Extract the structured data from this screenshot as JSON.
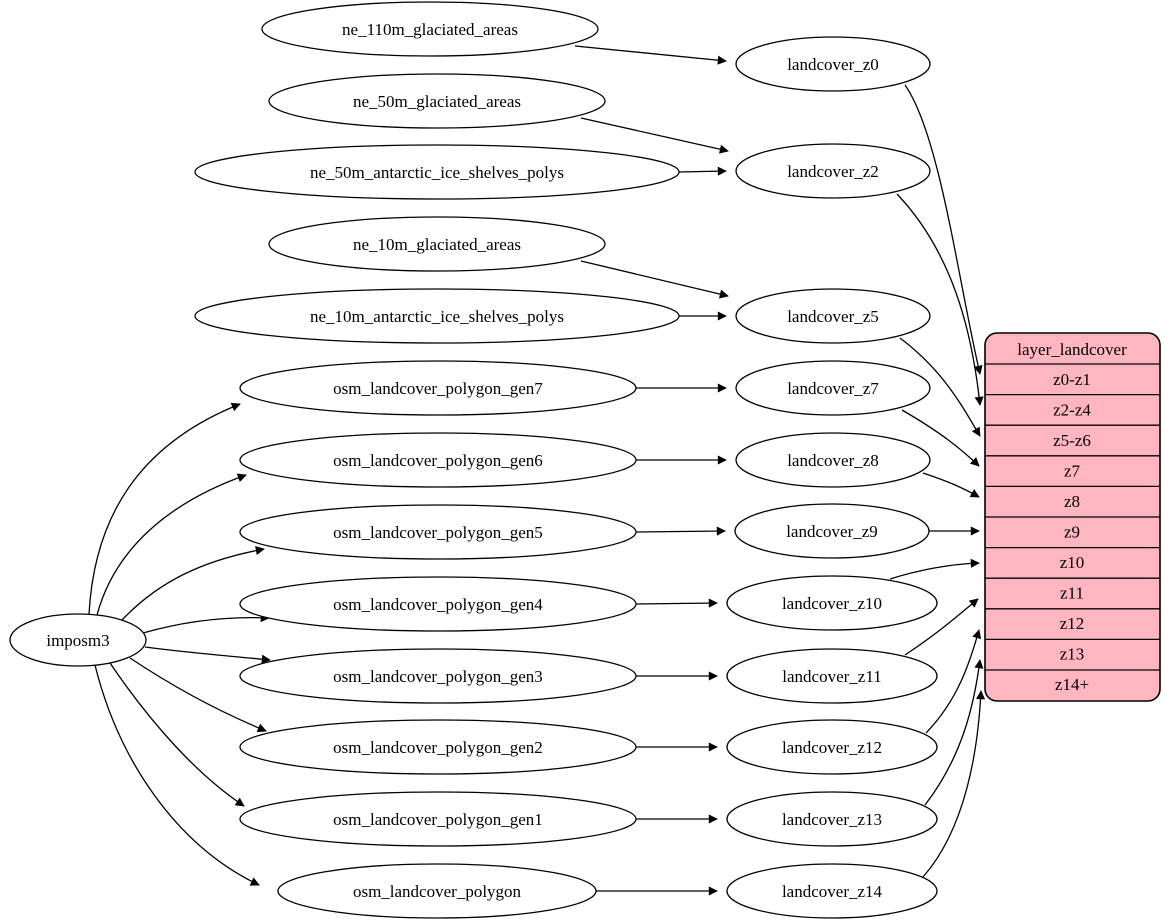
{
  "colors": {
    "background": "#ffffff",
    "node_fill": "#ffffff",
    "node_stroke": "#000000",
    "edge": "#000000",
    "table_fill": "#ffb6c1",
    "text": "#000000"
  },
  "labels": {
    "imposm3": "imposm3",
    "ne_110m_glaciated_areas": "ne_110m_glaciated_areas",
    "ne_50m_glaciated_areas": "ne_50m_glaciated_areas",
    "ne_50m_antarctic_ice_shelves_polys": "ne_50m_antarctic_ice_shelves_polys",
    "ne_10m_glaciated_areas": "ne_10m_glaciated_areas",
    "ne_10m_antarctic_ice_shelves_polys": "ne_10m_antarctic_ice_shelves_polys",
    "osm_landcover_polygon_gen7": "osm_landcover_polygon_gen7",
    "osm_landcover_polygon_gen6": "osm_landcover_polygon_gen6",
    "osm_landcover_polygon_gen5": "osm_landcover_polygon_gen5",
    "osm_landcover_polygon_gen4": "osm_landcover_polygon_gen4",
    "osm_landcover_polygon_gen3": "osm_landcover_polygon_gen3",
    "osm_landcover_polygon_gen2": "osm_landcover_polygon_gen2",
    "osm_landcover_polygon_gen1": "osm_landcover_polygon_gen1",
    "osm_landcover_polygon": "osm_landcover_polygon",
    "landcover_z0": "landcover_z0",
    "landcover_z2": "landcover_z2",
    "landcover_z5": "landcover_z5",
    "landcover_z7": "landcover_z7",
    "landcover_z8": "landcover_z8",
    "landcover_z9": "landcover_z9",
    "landcover_z10": "landcover_z10",
    "landcover_z11": "landcover_z11",
    "landcover_z12": "landcover_z12",
    "landcover_z13": "landcover_z13",
    "landcover_z14": "landcover_z14"
  },
  "table": {
    "title": "layer_landcover",
    "rows": [
      "z0-z1",
      "z2-z4",
      "z5-z6",
      "z7",
      "z8",
      "z9",
      "z10",
      "z11",
      "z12",
      "z13",
      "z14+"
    ]
  },
  "edges": [
    {
      "from": "ne_110m_glaciated_areas",
      "to": "landcover_z0"
    },
    {
      "from": "ne_50m_glaciated_areas",
      "to": "landcover_z2"
    },
    {
      "from": "ne_50m_antarctic_ice_shelves_polys",
      "to": "landcover_z2"
    },
    {
      "from": "ne_10m_glaciated_areas",
      "to": "landcover_z5"
    },
    {
      "from": "ne_10m_antarctic_ice_shelves_polys",
      "to": "landcover_z5"
    },
    {
      "from": "osm_landcover_polygon_gen7",
      "to": "landcover_z7"
    },
    {
      "from": "osm_landcover_polygon_gen6",
      "to": "landcover_z8"
    },
    {
      "from": "osm_landcover_polygon_gen5",
      "to": "landcover_z9"
    },
    {
      "from": "osm_landcover_polygon_gen4",
      "to": "landcover_z10"
    },
    {
      "from": "osm_landcover_polygon_gen3",
      "to": "landcover_z11"
    },
    {
      "from": "osm_landcover_polygon_gen2",
      "to": "landcover_z12"
    },
    {
      "from": "osm_landcover_polygon_gen1",
      "to": "landcover_z13"
    },
    {
      "from": "osm_landcover_polygon",
      "to": "landcover_z14"
    },
    {
      "from": "imposm3",
      "to": "osm_landcover_polygon_gen7"
    },
    {
      "from": "imposm3",
      "to": "osm_landcover_polygon_gen6"
    },
    {
      "from": "imposm3",
      "to": "osm_landcover_polygon_gen5"
    },
    {
      "from": "imposm3",
      "to": "osm_landcover_polygon_gen4"
    },
    {
      "from": "imposm3",
      "to": "osm_landcover_polygon_gen3"
    },
    {
      "from": "imposm3",
      "to": "osm_landcover_polygon_gen2"
    },
    {
      "from": "imposm3",
      "to": "osm_landcover_polygon_gen1"
    },
    {
      "from": "imposm3",
      "to": "osm_landcover_polygon"
    },
    {
      "from": "landcover_z0",
      "to": "layer_landcover.z0-z1"
    },
    {
      "from": "landcover_z2",
      "to": "layer_landcover.z2-z4"
    },
    {
      "from": "landcover_z5",
      "to": "layer_landcover.z5-z6"
    },
    {
      "from": "landcover_z7",
      "to": "layer_landcover.z7"
    },
    {
      "from": "landcover_z8",
      "to": "layer_landcover.z8"
    },
    {
      "from": "landcover_z9",
      "to": "layer_landcover.z9"
    },
    {
      "from": "landcover_z10",
      "to": "layer_landcover.z10"
    },
    {
      "from": "landcover_z11",
      "to": "layer_landcover.z11"
    },
    {
      "from": "landcover_z12",
      "to": "layer_landcover.z12"
    },
    {
      "from": "landcover_z13",
      "to": "layer_landcover.z13"
    },
    {
      "from": "landcover_z14",
      "to": "layer_landcover.z14+"
    }
  ]
}
